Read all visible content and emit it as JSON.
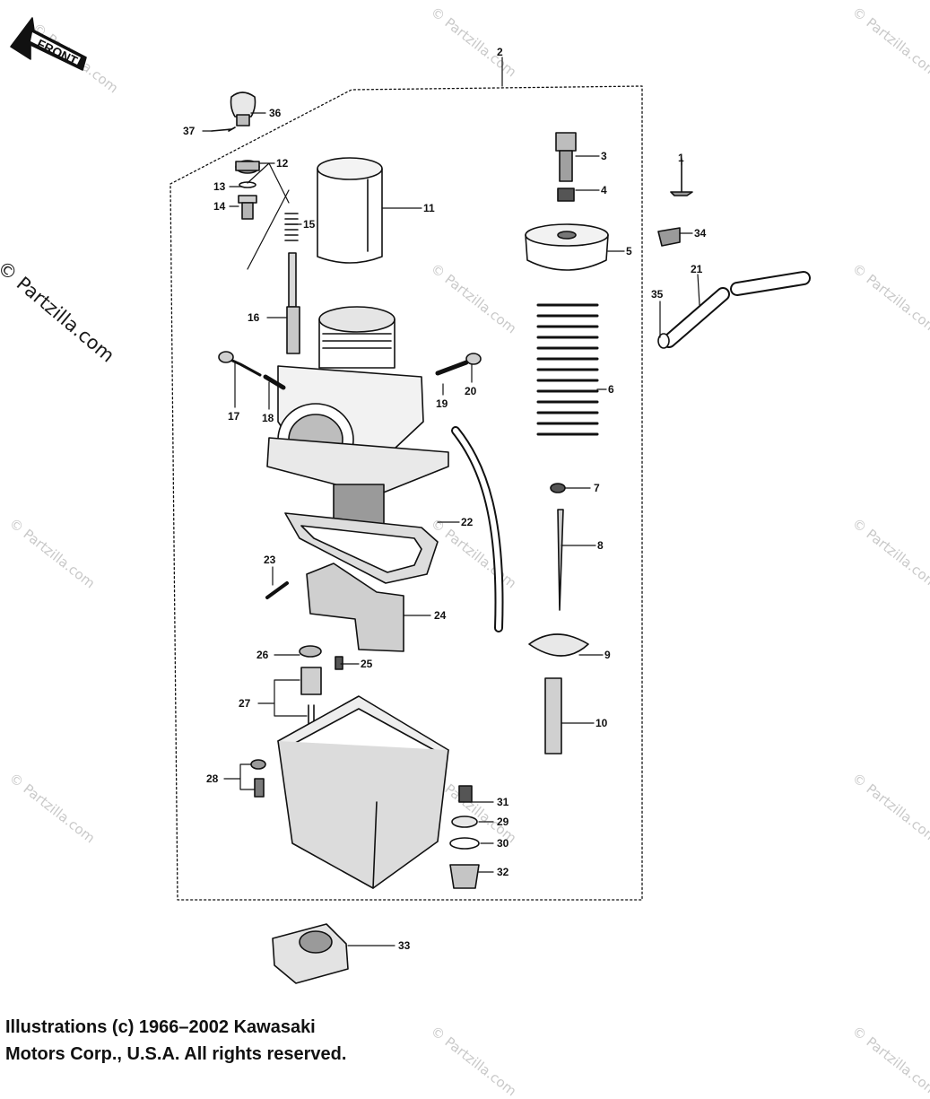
{
  "direction_badge": {
    "label": "FRONT"
  },
  "watermark": {
    "main": "© Partzilla.com",
    "tile": "© Partzilla.com"
  },
  "callouts": [
    {
      "id": "1",
      "label": "1"
    },
    {
      "id": "2",
      "label": "2"
    },
    {
      "id": "3",
      "label": "3"
    },
    {
      "id": "4",
      "label": "4"
    },
    {
      "id": "5",
      "label": "5"
    },
    {
      "id": "6",
      "label": "6"
    },
    {
      "id": "7",
      "label": "7"
    },
    {
      "id": "8",
      "label": "8"
    },
    {
      "id": "9",
      "label": "9"
    },
    {
      "id": "10",
      "label": "10"
    },
    {
      "id": "11",
      "label": "11"
    },
    {
      "id": "12",
      "label": "12"
    },
    {
      "id": "13",
      "label": "13"
    },
    {
      "id": "14",
      "label": "14"
    },
    {
      "id": "15",
      "label": "15"
    },
    {
      "id": "16",
      "label": "16"
    },
    {
      "id": "17",
      "label": "17"
    },
    {
      "id": "18",
      "label": "18"
    },
    {
      "id": "19",
      "label": "19"
    },
    {
      "id": "20",
      "label": "20"
    },
    {
      "id": "21",
      "label": "21"
    },
    {
      "id": "22",
      "label": "22"
    },
    {
      "id": "23",
      "label": "23"
    },
    {
      "id": "24",
      "label": "24"
    },
    {
      "id": "25",
      "label": "25"
    },
    {
      "id": "26",
      "label": "26"
    },
    {
      "id": "27",
      "label": "27"
    },
    {
      "id": "28",
      "label": "28"
    },
    {
      "id": "29",
      "label": "29"
    },
    {
      "id": "30",
      "label": "30"
    },
    {
      "id": "31",
      "label": "31"
    },
    {
      "id": "32",
      "label": "32"
    },
    {
      "id": "33",
      "label": "33"
    },
    {
      "id": "34",
      "label": "34"
    },
    {
      "id": "35",
      "label": "35"
    },
    {
      "id": "36",
      "label": "36"
    },
    {
      "id": "37",
      "label": "37"
    }
  ],
  "copyright": {
    "line1": "Illustrations (c) 1966–2002 Kawasaki",
    "line2": "Motors Corp., U.S.A.  All rights reserved."
  }
}
